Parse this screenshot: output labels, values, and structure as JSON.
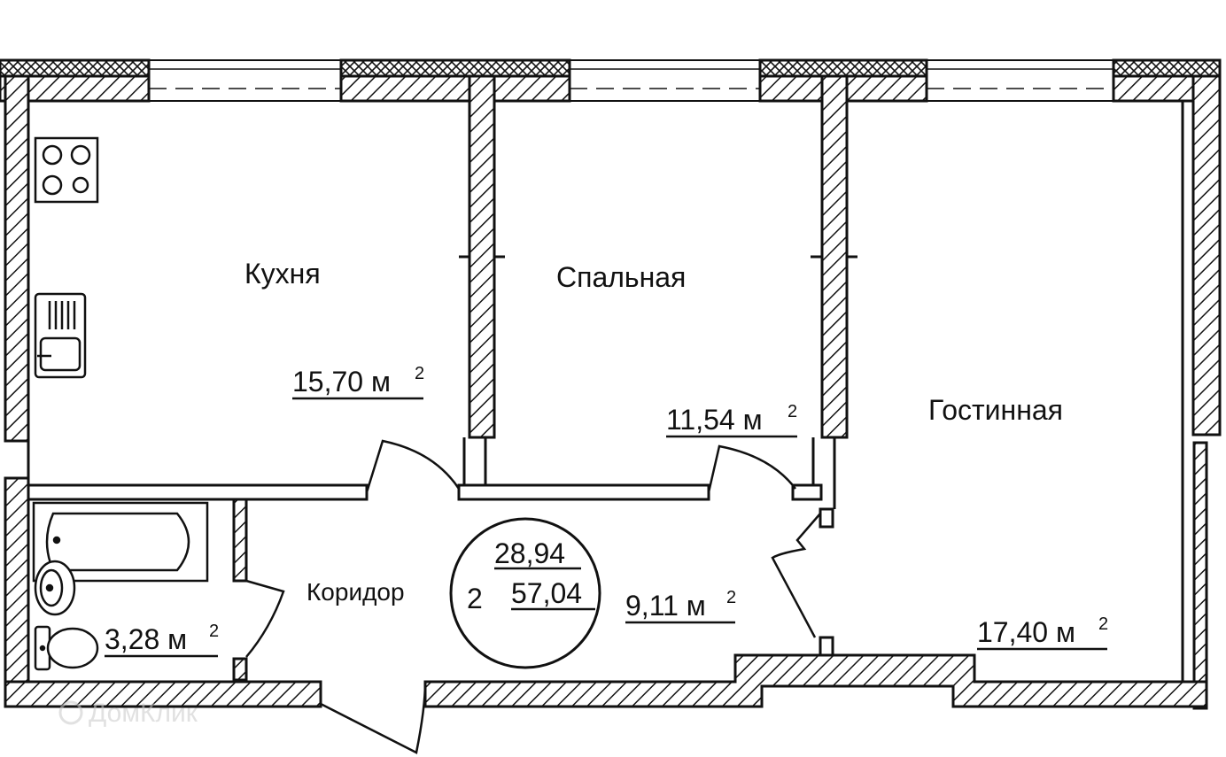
{
  "rooms": {
    "kitchen": {
      "name": "Кухня",
      "area": "15,70 м",
      "unit_power": "2"
    },
    "bedroom": {
      "name": "Спальная",
      "area": "11,54 м",
      "unit_power": "2"
    },
    "living": {
      "name": "Гостинная",
      "area": "17,40 м",
      "unit_power": "2"
    },
    "corridor": {
      "name": "Коридор",
      "area": "9,11 м",
      "unit_power": "2"
    },
    "bathroom": {
      "name": "",
      "area": "3,28 м",
      "unit_power": "2"
    }
  },
  "summary": {
    "rooms_count": "2",
    "living_area": "28,94",
    "total_area": "57,04"
  },
  "watermark": "ДомКлик",
  "colors": {
    "line": "#111111",
    "background": "#ffffff",
    "watermark": "#c9c9c9"
  }
}
